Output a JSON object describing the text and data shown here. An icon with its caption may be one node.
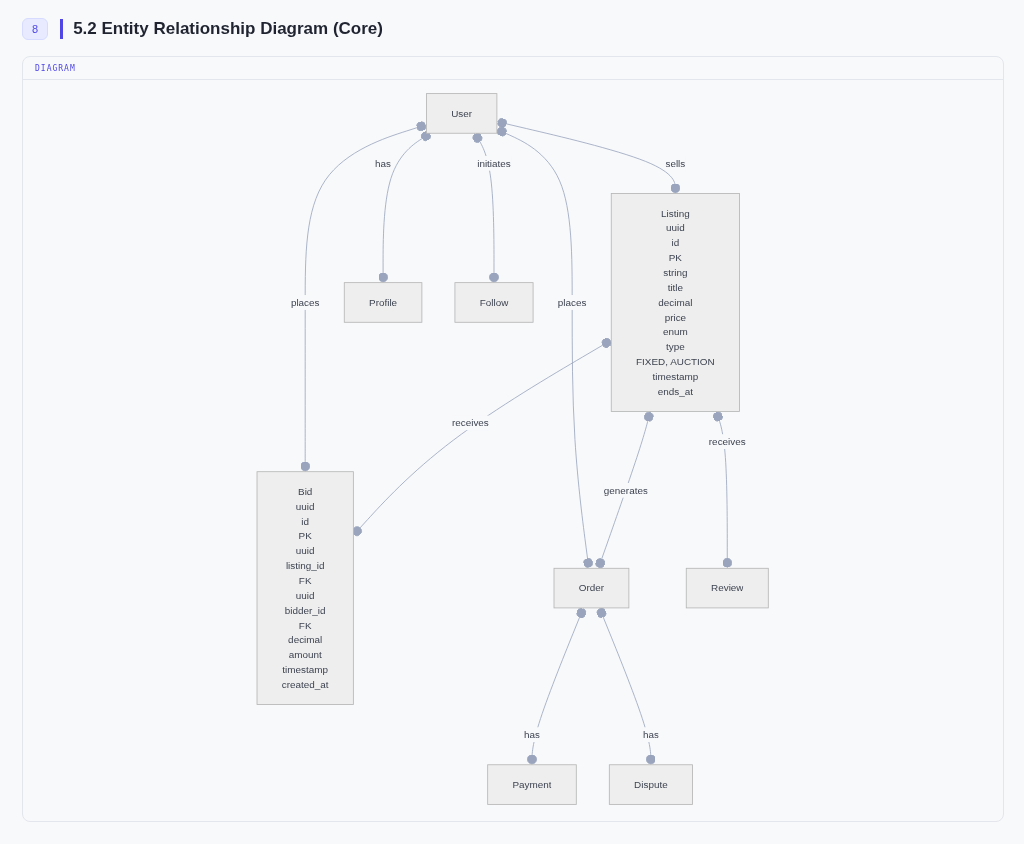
{
  "diagram": {
    "title": "5.2 Entity Relationship Diagram (Core)",
    "nodes": [
      {
        "text": [
          "User"
        ]
      },
      {
        "text": [
          "Listing",
          "uuid",
          "id",
          "PK",
          "string",
          "title",
          "decimal",
          "price",
          "enum",
          "type",
          "FIXED, AUCTION",
          "timestamp",
          "ends_at"
        ]
      },
      {
        "text": [
          "Profile"
        ]
      },
      {
        "text": [
          "Follow"
        ]
      },
      {
        "text": [
          "Bid",
          "uuid",
          "id",
          "PK",
          "uuid",
          "listing_id",
          "FK",
          "uuid",
          "bidder_id",
          "FK",
          "decimal",
          "amount",
          "timestamp",
          "created_at"
        ]
      },
      {
        "text": [
          "Order"
        ]
      },
      {
        "text": [
          "Review"
        ]
      },
      {
        "text": [
          "Payment"
        ]
      },
      {
        "text": [
          "Dispute"
        ]
      }
    ],
    "edges": [
      {
        "from": 0,
        "to": 2,
        "arrow": "other",
        "label": "has"
      },
      {
        "from": 0,
        "to": 4,
        "arrow": "other",
        "label": "places"
      },
      {
        "from": 0,
        "to": 3,
        "arrow": "other",
        "label": "initiates"
      },
      {
        "from": 0,
        "to": 5,
        "arrow": "other",
        "label": "places"
      },
      {
        "from": 0,
        "to": 1,
        "arrow": "other",
        "label": "sells"
      },
      {
        "from": 1,
        "to": 4,
        "arrow": "other",
        "label": "receives"
      },
      {
        "from": 1,
        "to": 5,
        "arrow": "other",
        "label": "generates"
      },
      {
        "from": 1,
        "to": 6,
        "arrow": "other",
        "label": "receives"
      },
      {
        "from": 5,
        "to": 7,
        "arrow": "other",
        "label": "has"
      },
      {
        "from": 5,
        "to": 8,
        "arrow": "other",
        "label": "has"
      }
    ],
    "labels": [
      "8",
      "DIAGRAM"
    ]
  }
}
